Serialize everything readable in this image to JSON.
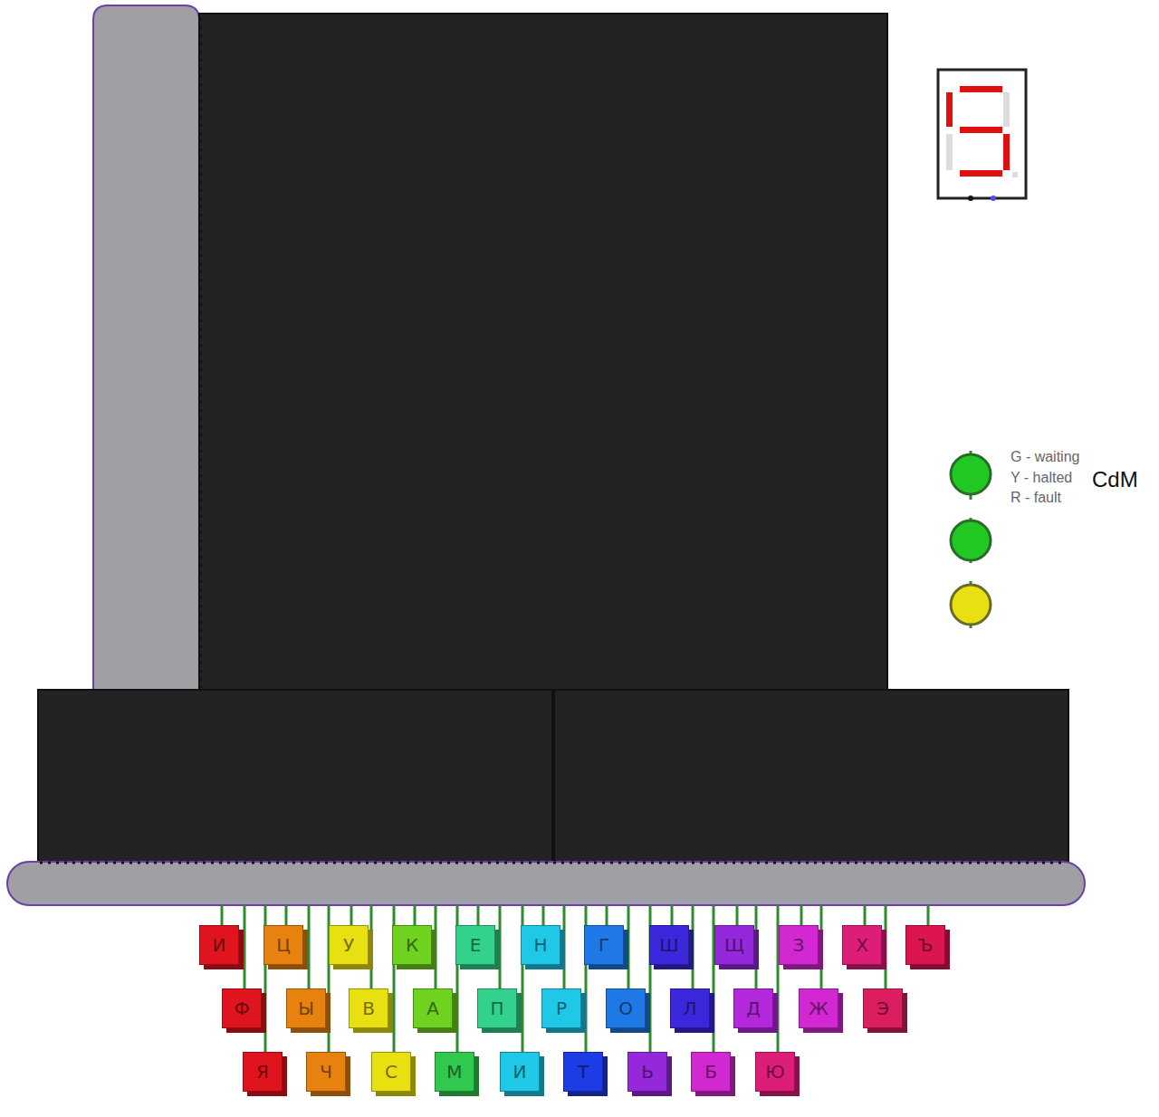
{
  "diagram": {
    "nodes": [
      {
        "text": [
          "И"
        ]
      },
      {
        "text": [
          "Ц"
        ]
      },
      {
        "text": [
          "У"
        ]
      },
      {
        "text": [
          "К"
        ]
      },
      {
        "text": [
          "Е"
        ]
      },
      {
        "text": [
          "Н"
        ]
      },
      {
        "text": [
          "Г"
        ]
      },
      {
        "text": [
          "Ш"
        ]
      },
      {
        "text": [
          "Щ"
        ]
      },
      {
        "text": [
          "З"
        ]
      },
      {
        "text": [
          "Х"
        ]
      },
      {
        "text": [
          "Ъ"
        ]
      },
      {
        "text": [
          "Ф"
        ]
      },
      {
        "text": [
          "Ы"
        ]
      },
      {
        "text": [
          "В"
        ]
      },
      {
        "text": [
          "А"
        ]
      },
      {
        "text": [
          "П"
        ]
      },
      {
        "text": [
          "Р"
        ]
      },
      {
        "text": [
          "О"
        ]
      },
      {
        "text": [
          "Л"
        ]
      },
      {
        "text": [
          "Д"
        ]
      },
      {
        "text": [
          "Ж"
        ]
      },
      {
        "text": [
          "Э"
        ]
      },
      {
        "text": [
          "Я"
        ]
      },
      {
        "text": [
          "Ч"
        ]
      },
      {
        "text": [
          "С"
        ]
      },
      {
        "text": [
          "М"
        ]
      },
      {
        "text": [
          "И"
        ]
      },
      {
        "text": [
          "Т"
        ]
      },
      {
        "text": [
          "Ь"
        ]
      },
      {
        "text": [
          "Б"
        ]
      },
      {
        "text": [
          "Ю"
        ]
      }
    ],
    "labels": [
      "G - waiting",
      "Y - halted",
      "R - fault",
      "CdM"
    ]
  }
}
